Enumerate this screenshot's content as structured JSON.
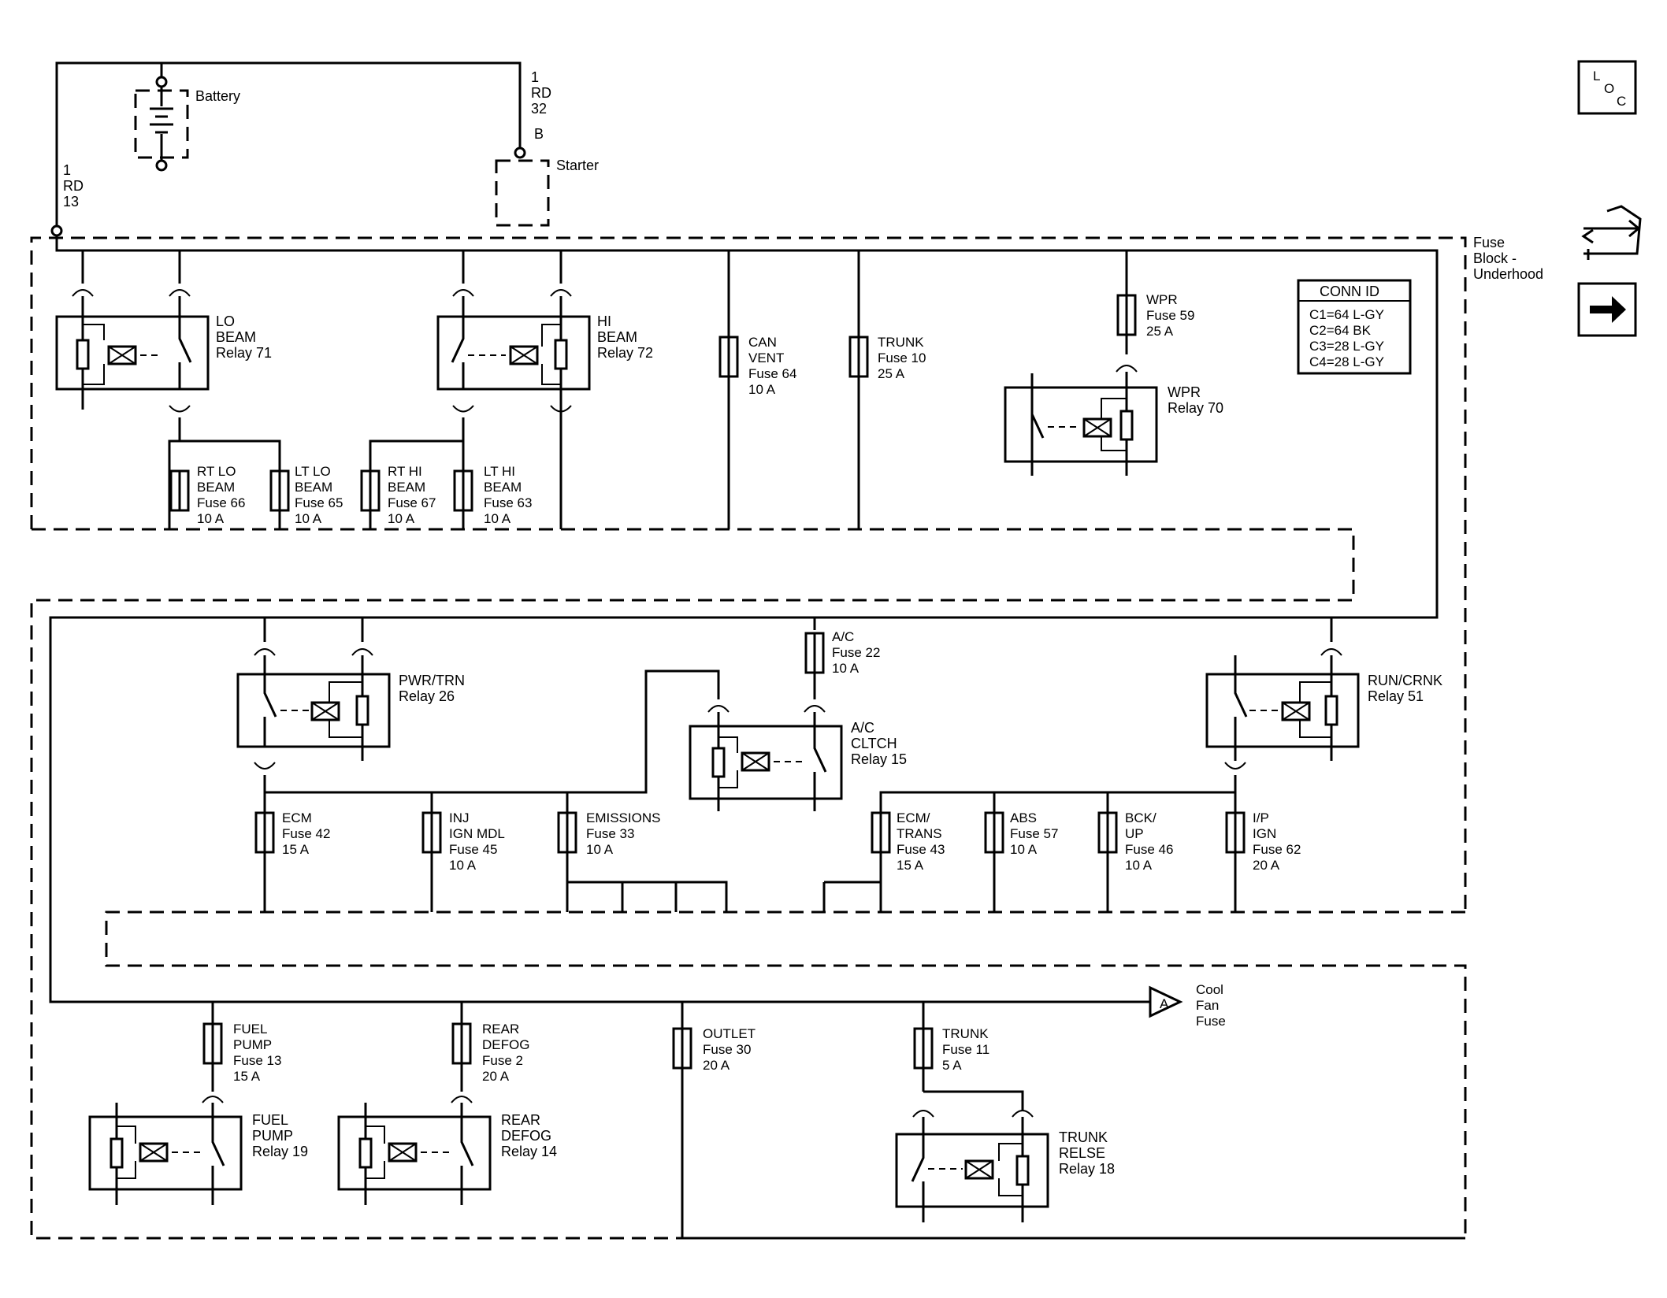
{
  "battery": {
    "label": "Battery"
  },
  "starter": {
    "label": "Starter"
  },
  "wire_starter": {
    "l1": "1",
    "l2": "RD",
    "l3": "32",
    "pin": "B"
  },
  "wire_main": {
    "l1": "1",
    "l2": "RD",
    "l3": "13"
  },
  "fuse_block": {
    "l1": "Fuse",
    "l2": "Block -",
    "l3": "Underhood"
  },
  "conn_id": {
    "title": "CONN ID",
    "rows": [
      "C1=64 L-GY",
      "C2=64 BK",
      "C3=28 L-GY",
      "C4=28 L-GY"
    ]
  },
  "loc_icon": {
    "l": "L",
    "o": "O",
    "c": "C"
  },
  "relays": [
    {
      "id": "lo-beam",
      "lines": [
        "LO",
        "BEAM",
        "Relay 71"
      ]
    },
    {
      "id": "hi-beam",
      "lines": [
        "HI",
        "BEAM",
        "Relay 72"
      ]
    },
    {
      "id": "wpr",
      "lines": [
        "WPR",
        "Relay 70"
      ]
    },
    {
      "id": "pwr-trn",
      "lines": [
        "PWR/TRN",
        "Relay 26"
      ]
    },
    {
      "id": "ac-cltch",
      "lines": [
        "A/C",
        "CLTCH",
        "Relay 15"
      ]
    },
    {
      "id": "run-crnk",
      "lines": [
        "RUN/CRNK",
        "Relay 51"
      ]
    },
    {
      "id": "fuel-pump",
      "lines": [
        "FUEL",
        "PUMP",
        "Relay 19"
      ]
    },
    {
      "id": "rear-defog",
      "lines": [
        "REAR",
        "DEFOG",
        "Relay 14"
      ]
    },
    {
      "id": "trunk-relse",
      "lines": [
        "TRUNK",
        "RELSE",
        "Relay 18"
      ]
    }
  ],
  "fuses": [
    {
      "id": "rt-lo-beam",
      "lines": [
        "RT LO",
        "BEAM",
        "Fuse 66",
        "10 A"
      ]
    },
    {
      "id": "lt-lo-beam",
      "lines": [
        "LT LO",
        "BEAM",
        "Fuse 65",
        "10 A"
      ]
    },
    {
      "id": "rt-hi-beam",
      "lines": [
        "RT HI",
        "BEAM",
        "Fuse 67",
        "10 A"
      ]
    },
    {
      "id": "lt-hi-beam",
      "lines": [
        "LT HI",
        "BEAM",
        "Fuse 63",
        "10 A"
      ]
    },
    {
      "id": "can-vent",
      "lines": [
        "CAN",
        "VENT",
        "Fuse 64",
        "10 A"
      ]
    },
    {
      "id": "trunk-10",
      "lines": [
        "TRUNK",
        "Fuse 10",
        "25 A"
      ]
    },
    {
      "id": "wpr-59",
      "lines": [
        "WPR",
        "Fuse 59",
        "25 A"
      ]
    },
    {
      "id": "ac-22",
      "lines": [
        "A/C",
        "Fuse 22",
        "10 A"
      ]
    },
    {
      "id": "ecm-42",
      "lines": [
        "ECM",
        "Fuse 42",
        "15 A"
      ]
    },
    {
      "id": "inj-45",
      "lines": [
        "INJ",
        "IGN MDL",
        "Fuse 45",
        "10 A"
      ]
    },
    {
      "id": "emissions-33",
      "lines": [
        "EMISSIONS",
        "Fuse 33",
        "10 A"
      ]
    },
    {
      "id": "ecm-trans-43",
      "lines": [
        "ECM/",
        "TRANS",
        "Fuse 43",
        "15 A"
      ]
    },
    {
      "id": "abs-57",
      "lines": [
        "ABS",
        "Fuse 57",
        "10 A"
      ]
    },
    {
      "id": "bck-up-46",
      "lines": [
        "BCK/",
        "UP",
        "Fuse 46",
        "10 A"
      ]
    },
    {
      "id": "ip-ign-62",
      "lines": [
        "I/P",
        "IGN",
        "Fuse 62",
        "20 A"
      ]
    },
    {
      "id": "fuel-pump-13",
      "lines": [
        "FUEL",
        "PUMP",
        "Fuse 13",
        "15 A"
      ]
    },
    {
      "id": "rear-defog-2",
      "lines": [
        "REAR",
        "DEFOG",
        "Fuse 2",
        "20 A"
      ]
    },
    {
      "id": "outlet-30",
      "lines": [
        "OUTLET",
        "Fuse 30",
        "20 A"
      ]
    },
    {
      "id": "trunk-11",
      "lines": [
        "TRUNK",
        "Fuse 11",
        "5 A"
      ]
    }
  ],
  "cool_fan": {
    "connector": "A",
    "lines": [
      "Cool",
      "Fan",
      "Fuse"
    ]
  }
}
